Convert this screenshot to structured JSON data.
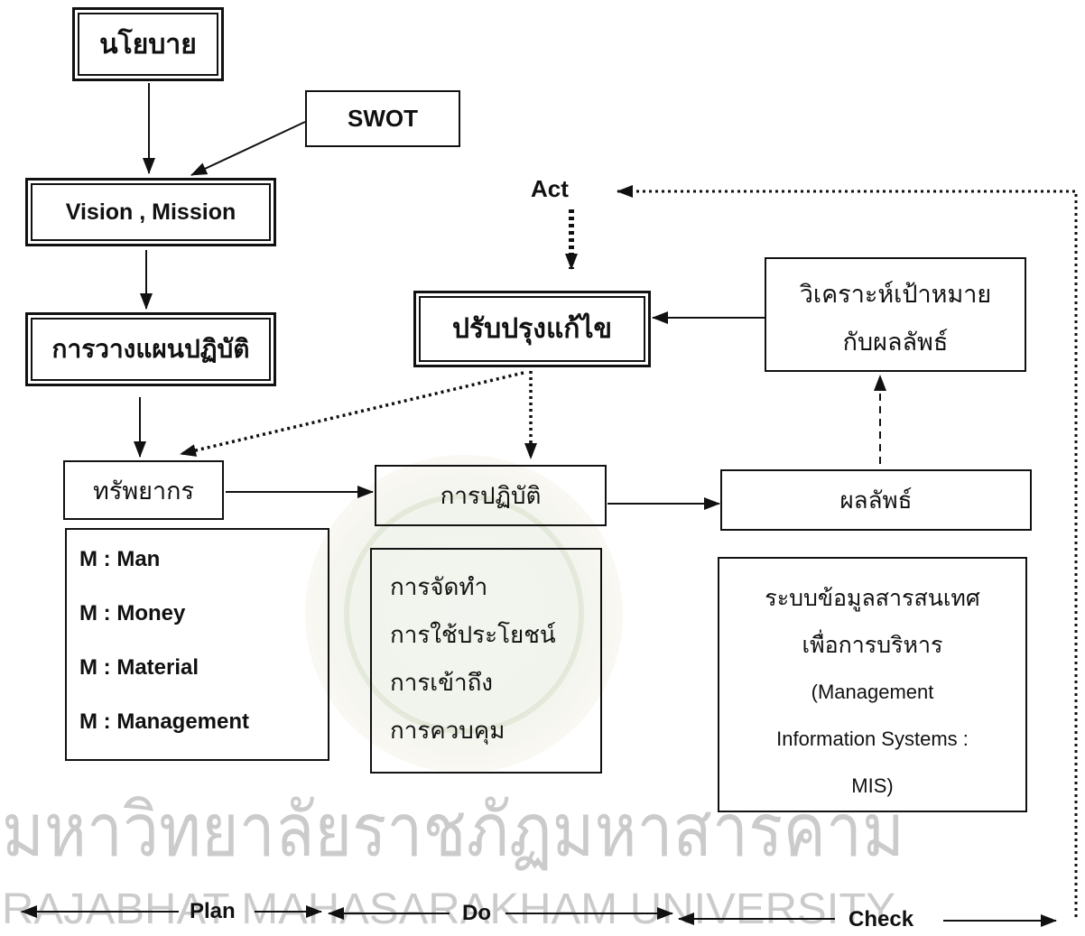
{
  "nodes": {
    "policy": "นโยบาย",
    "swot": "SWOT",
    "vision_mission": "Vision , Mission",
    "action_planning": "การวางแผนปฏิบัติ",
    "resources": "ทรัพยากร",
    "resource_list": [
      "M : Man",
      "M : Money",
      "M : Material",
      "M : Management"
    ],
    "act": "Act",
    "improve": "ปรับปรุงแก้ไข",
    "analyze": [
      "วิเคราะห์เป้าหมาย",
      "กับผลลัพธ์"
    ],
    "practice": "การปฏิบัติ",
    "practice_list": [
      "การจัดทำ",
      "การใช้ประโยชน์",
      "การเข้าถึง",
      "การควบคุม"
    ],
    "result": "ผลลัพธ์",
    "mis": [
      "ระบบข้อมูลสารสนเทศ",
      "เพื่อการบริหาร",
      "(Management",
      "Information Systems :",
      "MIS)"
    ]
  },
  "phases": {
    "plan": "Plan",
    "do": "Do",
    "check": "Check"
  },
  "watermark": {
    "thai": "มหาวิทยาลัยราชภัฏมหาสารคาม",
    "english": "RAJABHAT MAHASARAKHAM UNIVERSITY"
  }
}
